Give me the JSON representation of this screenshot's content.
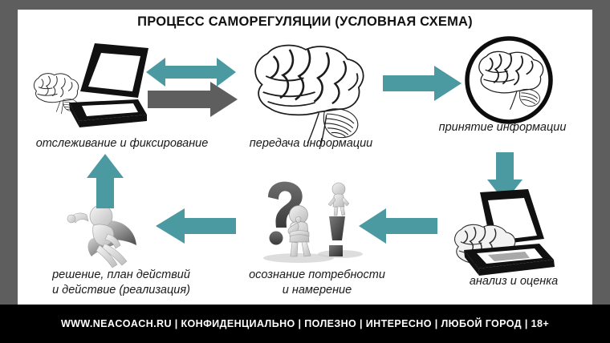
{
  "slide": {
    "title": "ПРОЦЕСС САМОРЕГУЛЯЦИИ (УСЛОВНАЯ СХЕМА)",
    "background_color": "#5e5e5e",
    "canvas_color": "#ffffff",
    "accent_color": "#4b9aa2",
    "secondary_color": "#5e5e5e"
  },
  "nodes": [
    {
      "id": "monitoring",
      "label": "отслеживание и фиксирование",
      "icon": "scanner-brain-icon"
    },
    {
      "id": "transfer",
      "label": "передача информации",
      "icon": "brain-icon"
    },
    {
      "id": "reception",
      "label": "принятие информации",
      "icon": "brain-in-circle-icon"
    },
    {
      "id": "analysis",
      "label": "анализ и оценка",
      "icon": "scanner-brain-icon"
    },
    {
      "id": "awareness",
      "label_line1": "осознание потребности",
      "label_line2": "и намерение",
      "icon": "question-exclamation-figures-icon"
    },
    {
      "id": "decision",
      "label_line1": "решение, план действий",
      "label_line2": "и действие (реализация)",
      "icon": "flying-hero-figure-icon"
    }
  ],
  "arrows": [
    {
      "id": "arrow-bidirectional-teal",
      "direction": "left",
      "color": "#4b9aa2"
    },
    {
      "id": "arrow-transfer-gray",
      "direction": "right",
      "color": "#5e5e5e"
    },
    {
      "id": "arrow-to-reception",
      "direction": "right",
      "color": "#4b9aa2"
    },
    {
      "id": "arrow-to-analysis",
      "direction": "down",
      "color": "#4b9aa2"
    },
    {
      "id": "arrow-to-awareness",
      "direction": "left",
      "color": "#4b9aa2"
    },
    {
      "id": "arrow-to-decision",
      "direction": "left",
      "color": "#4b9aa2"
    },
    {
      "id": "arrow-to-monitoring",
      "direction": "up",
      "color": "#4b9aa2"
    }
  ],
  "footer": {
    "text": "WWW.NEACOACH.RU | КОНФИДЕНЦИАЛЬНО  |   ПОЛЕЗНО   |   ИНТЕРЕСНО   |  ЛЮБОЙ ГОРОД  |  18+",
    "background_color": "#000000",
    "text_color": "#ffffff"
  }
}
